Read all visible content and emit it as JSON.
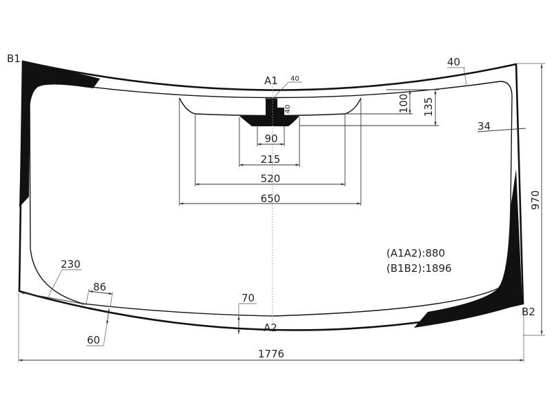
{
  "points": {
    "b1": "B1",
    "b2": "B2",
    "a1": "A1",
    "a2": "A2"
  },
  "dimensions": {
    "top_band": "40",
    "sensor_width": "40",
    "sensor_height": "40",
    "d100": "100",
    "d135": "135",
    "d90": "90",
    "d215": "215",
    "d520": "520",
    "d650": "650",
    "side_band": "34",
    "height": "970",
    "width": "1776",
    "corner_radius": "230",
    "d86": "86",
    "d60": "60",
    "bottom_band": "70"
  },
  "notes": {
    "a1a2": "(A1A2):880",
    "b1b2": "(B1B2):1896"
  }
}
